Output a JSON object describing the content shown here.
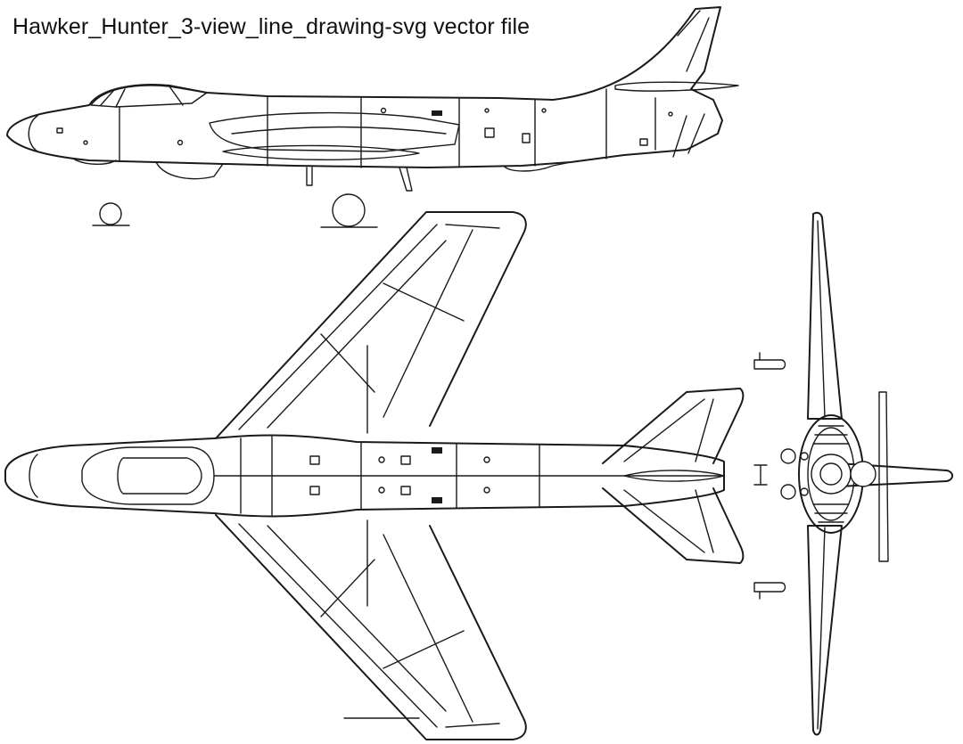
{
  "image": {
    "caption": "Hawker_Hunter_3-view_line_drawing-svg vector file"
  },
  "views": [
    {
      "id": "side",
      "name": "side-view"
    },
    {
      "id": "top",
      "name": "top-view"
    },
    {
      "id": "front",
      "name": "front-view"
    }
  ],
  "colors": {
    "background": "#ffffff",
    "line": "#1a1a1a"
  }
}
